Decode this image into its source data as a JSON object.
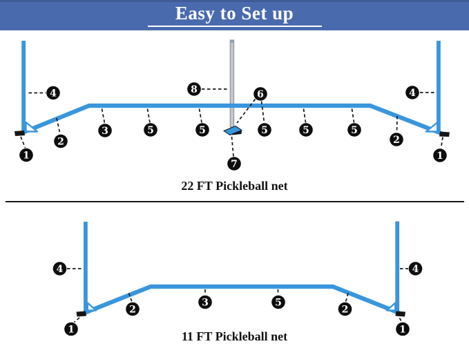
{
  "banner": {
    "title": "Easy to Set up",
    "bg_color": "#4a6aae",
    "text_color": "#ffffff"
  },
  "colors": {
    "tube_blue": "#3996dc",
    "center_pole_gray": "#c3c6ca",
    "callout_black": "#0d0d0d",
    "separator_black": "#161616"
  },
  "diagram_22ft": {
    "caption": "22 FT Pickleball net",
    "labels": {
      "n1": "1",
      "n2": "2",
      "n3": "3",
      "n4": "4",
      "n5": "5",
      "n6": "6",
      "n7": "7",
      "n8": "8"
    }
  },
  "diagram_11ft": {
    "caption": "11 FT Pickleball net",
    "labels": {
      "n1": "1",
      "n2": "2",
      "n3": "3",
      "n4": "4",
      "n5": "5"
    }
  }
}
